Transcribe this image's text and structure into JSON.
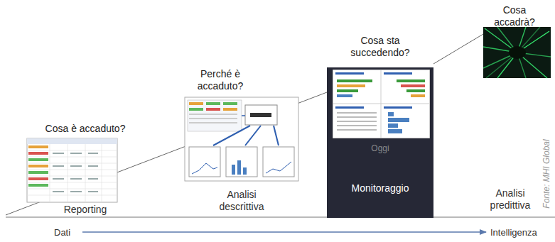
{
  "diagram": {
    "nodes": [
      {
        "text": [
          "Cosa sta succedendo?",
          "Oggi",
          "Monitoraggio"
        ]
      }
    ],
    "labels": [
      "Cosa è accaduto?",
      "Reporting",
      "Perché è accaduto?",
      "Analisi descrittiva",
      "Cosa accadrà?",
      "Analisi predittiva",
      "Fonte: MHI Global",
      "Dati",
      "Intelligenza"
    ]
  }
}
